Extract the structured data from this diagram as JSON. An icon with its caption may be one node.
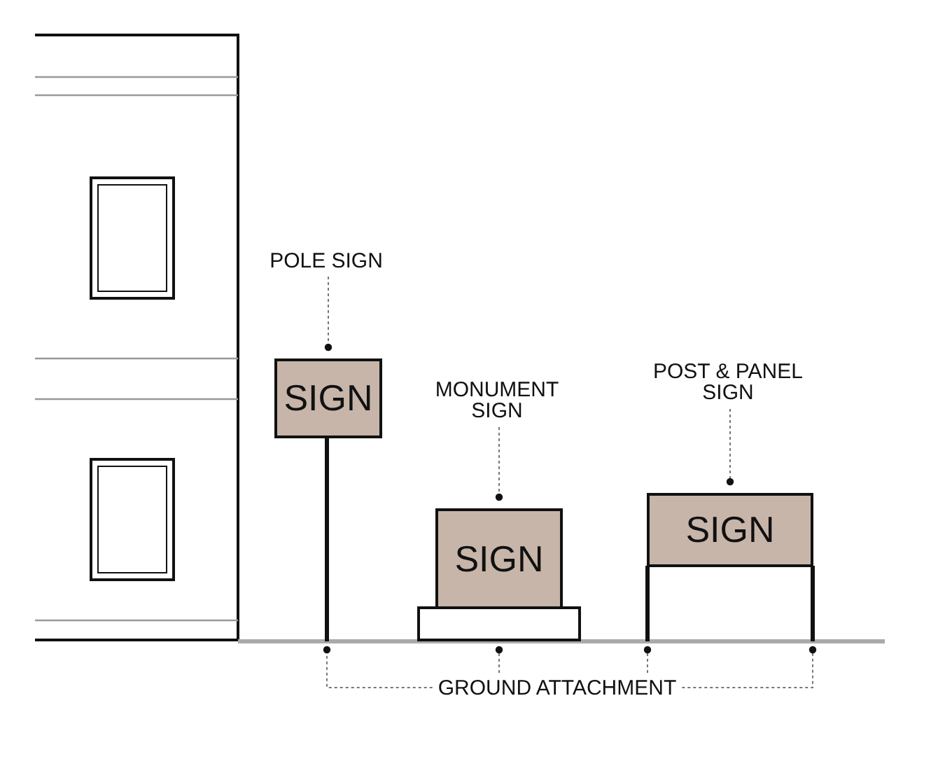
{
  "diagram": {
    "nodes": [
      {
        "text": [
          "POLE SIGN"
        ]
      },
      {
        "text": [
          "SIGN"
        ]
      },
      {
        "text": [
          "MONUMENT SIGN"
        ]
      },
      {
        "text": [
          "SIGN"
        ]
      },
      {
        "text": [
          "POST & PANEL SIGN"
        ]
      },
      {
        "text": [
          "SIGN"
        ]
      },
      {
        "text": [
          "GROUND ATTACHMENT"
        ]
      },
      {
        "text": [],
        "shape": "bar"
      },
      {
        "text": [],
        "shape": "box"
      },
      {
        "text": [],
        "shape": "bar"
      },
      {
        "text": [],
        "shape": "bar"
      }
    ],
    "edges": [
      {
        "from": 0,
        "to": 1,
        "arrow": "other",
        "style": "dashed"
      },
      {
        "from": 2,
        "to": 3,
        "arrow": "other",
        "style": "dashed"
      },
      {
        "from": 4,
        "to": 5,
        "arrow": "other",
        "style": "dashed"
      },
      {
        "from": 6,
        "to": 7,
        "arrow": "other",
        "style": "dashed"
      },
      {
        "from": 6,
        "to": 8,
        "arrow": "other",
        "style": "dashed"
      },
      {
        "from": 6,
        "to": 9,
        "arrow": "other",
        "style": "dashed"
      },
      {
        "from": 6,
        "to": 10,
        "arrow": "other",
        "style": "dashed"
      }
    ]
  }
}
